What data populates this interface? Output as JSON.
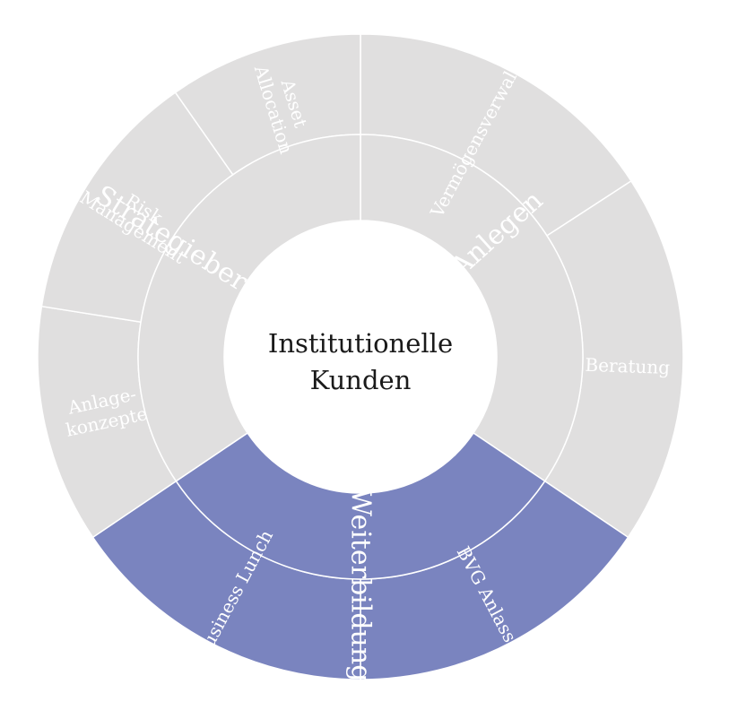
{
  "colors": {
    "grey": "#e0dfdf",
    "blue": "#7a84bf",
    "divider": "#ffffff",
    "text": "#ffffff",
    "center_text": "#1a1a1a"
  },
  "center": {
    "line1": "Institutionelle",
    "line2": "Kunden"
  },
  "inner": [
    {
      "label": "Anlegen",
      "color": "grey"
    },
    {
      "label": "Events/Weiterbildung",
      "color": "blue"
    },
    {
      "label": "Strategieberatung",
      "color": "grey"
    }
  ],
  "outer": [
    {
      "lines": [
        "Vermögensverwaltung"
      ],
      "color": "grey"
    },
    {
      "lines": [
        "Beratung"
      ],
      "color": "grey"
    },
    {
      "lines": [
        "BVG Anlass"
      ],
      "color": "blue"
    },
    {
      "lines": [
        "Business Lunch"
      ],
      "color": "blue"
    },
    {
      "lines": [
        "Anlage-",
        "konzepte"
      ],
      "color": "grey"
    },
    {
      "lines": [
        "Risk",
        "Management"
      ],
      "color": "grey"
    },
    {
      "lines": [
        "Asset",
        "Allocation"
      ],
      "color": "grey"
    }
  ]
}
